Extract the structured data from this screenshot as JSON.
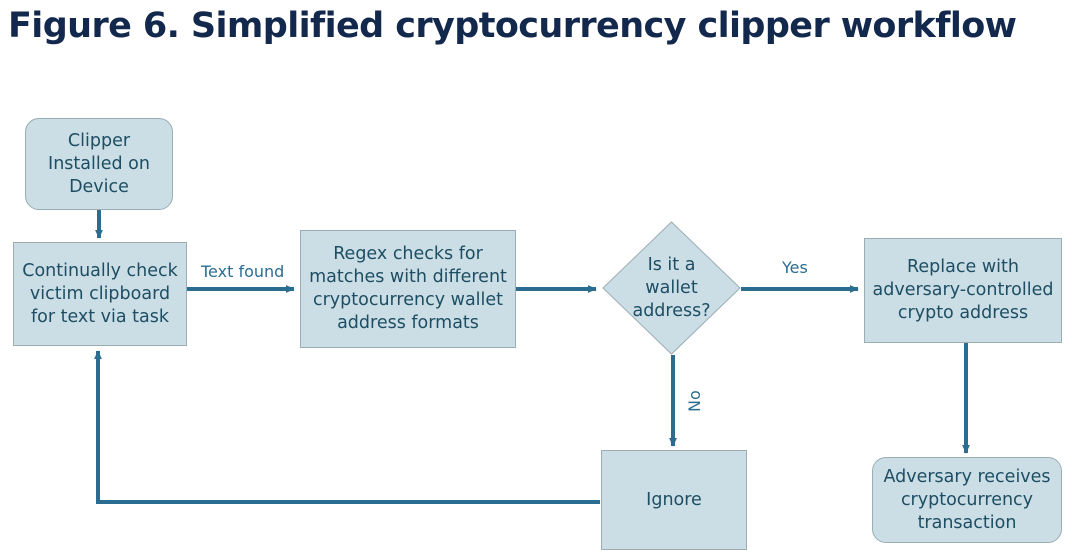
{
  "figure": {
    "title": "Figure 6. Simplified cryptocurrency clipper workflow",
    "title_color": "#12284c",
    "background": "#ffffff"
  },
  "theme": {
    "node_fill": "#cbdde5",
    "node_border": "#9bacb5",
    "node_text": "#1d4e63",
    "connector": "#2b6d90",
    "label_text": "#2b6d90"
  },
  "diagram": {
    "type": "flowchart",
    "nodes": [
      {
        "id": "clipper-installed",
        "shape": "rounded-rectangle",
        "text": "Clipper\nInstalled on\nDevice"
      },
      {
        "id": "continually-check",
        "shape": "rectangle",
        "text": "Continually check\nvictim clipboard\nfor text via task"
      },
      {
        "id": "regex-checks",
        "shape": "rectangle",
        "text": "Regex checks for\nmatches with different\ncryptocurrency wallet\naddress formats"
      },
      {
        "id": "is-wallet-address",
        "shape": "diamond",
        "text": "Is it a\nwallet\naddress?"
      },
      {
        "id": "replace-address",
        "shape": "rectangle",
        "text": "Replace with\nadversary-controlled\ncrypto address"
      },
      {
        "id": "ignore",
        "shape": "rectangle",
        "text": "Ignore"
      },
      {
        "id": "adversary-receives",
        "shape": "rounded-rectangle",
        "text": "Adversary receives\ncryptocurrency\ntransaction"
      }
    ],
    "edges": [
      {
        "id": "clipper-to-check",
        "from": "clipper-installed",
        "to": "continually-check",
        "label": ""
      },
      {
        "id": "check-to-regex",
        "from": "continually-check",
        "to": "regex-checks",
        "label": "Text found"
      },
      {
        "id": "regex-to-decision",
        "from": "regex-checks",
        "to": "is-wallet-address",
        "label": ""
      },
      {
        "id": "decision-yes",
        "from": "is-wallet-address",
        "to": "replace-address",
        "label": "Yes"
      },
      {
        "id": "decision-no",
        "from": "is-wallet-address",
        "to": "ignore",
        "label": "No"
      },
      {
        "id": "replace-to-receives",
        "from": "replace-address",
        "to": "adversary-receives",
        "label": ""
      },
      {
        "id": "ignore-to-check",
        "from": "ignore",
        "to": "continually-check",
        "label": ""
      }
    ]
  }
}
